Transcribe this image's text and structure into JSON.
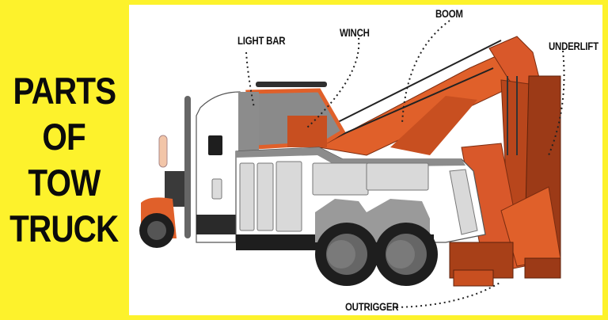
{
  "title": {
    "lines": [
      "PARTS",
      "OF",
      "TOW",
      "TRUCK"
    ],
    "background_color": "#fdf22c",
    "text_color": "#0b0b0b"
  },
  "diagram": {
    "subject": "tow truck illustration",
    "colors": {
      "body_white": "#ffffff",
      "panel_gray": "#d9d9d9",
      "dark_gray": "#3a3a3a",
      "tire_black": "#1e1e1e",
      "accent_orange": "#e0602a",
      "dark_orange": "#9c3a17"
    },
    "labels": [
      {
        "id": "light-bar",
        "text": "LIGHT BAR"
      },
      {
        "id": "winch",
        "text": "WINCH"
      },
      {
        "id": "boom",
        "text": "BOOM"
      },
      {
        "id": "underlift",
        "text": "UNDERLIFT"
      },
      {
        "id": "outrigger",
        "text": "OUTRIGGER"
      }
    ]
  }
}
